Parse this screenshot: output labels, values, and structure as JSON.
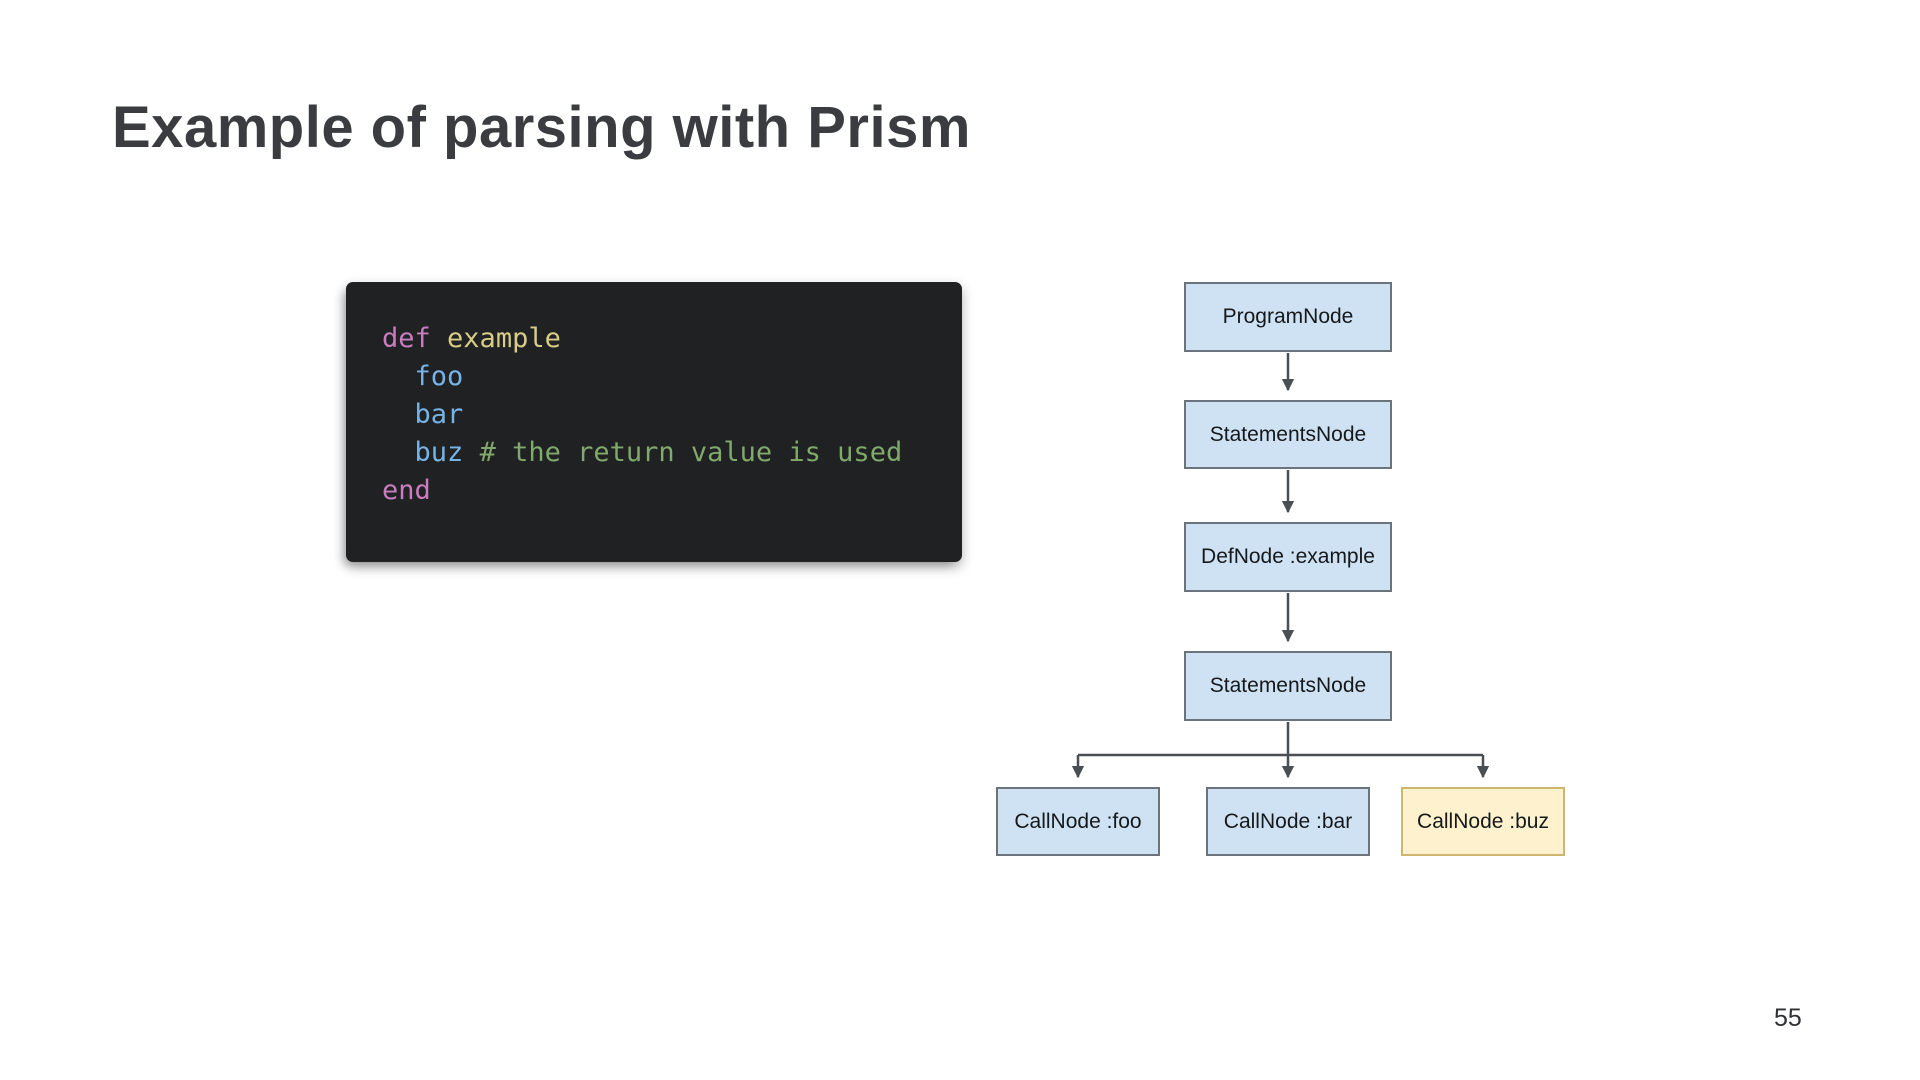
{
  "slide": {
    "title": "Example of parsing with Prism",
    "page_number": "55"
  },
  "code_block": {
    "language": "ruby",
    "lines": [
      {
        "tokens": [
          {
            "text": "def",
            "cls": "kw"
          },
          {
            "text": " ",
            "cls": "pl"
          },
          {
            "text": "example",
            "cls": "meth"
          }
        ]
      },
      {
        "tokens": [
          {
            "text": "  ",
            "cls": "pl"
          },
          {
            "text": "foo",
            "cls": "call"
          }
        ]
      },
      {
        "tokens": [
          {
            "text": "  ",
            "cls": "pl"
          },
          {
            "text": "bar",
            "cls": "call"
          }
        ]
      },
      {
        "tokens": [
          {
            "text": "  ",
            "cls": "pl"
          },
          {
            "text": "buz",
            "cls": "call"
          },
          {
            "text": " ",
            "cls": "pl"
          },
          {
            "text": "# the return value is used",
            "cls": "comment"
          }
        ]
      },
      {
        "tokens": [
          {
            "text": "end",
            "cls": "kw"
          }
        ]
      }
    ],
    "colors": {
      "code_bg": "#1f2123",
      "code_plain": "#d6d6d6",
      "keyword": "#c87dbe",
      "method": "#d8cc87",
      "call": "#77b3e6",
      "comment": "#80a96b"
    }
  },
  "diagram": {
    "nodes": [
      {
        "id": "program",
        "label": "ProgramNode",
        "variant": "blue"
      },
      {
        "id": "statements-outer",
        "label": "StatementsNode",
        "variant": "blue"
      },
      {
        "id": "def-example",
        "label": "DefNode :example",
        "variant": "blue"
      },
      {
        "id": "statements-inner",
        "label": "StatementsNode",
        "variant": "blue"
      },
      {
        "id": "call-foo",
        "label": "CallNode :foo",
        "variant": "blue"
      },
      {
        "id": "call-bar",
        "label": "CallNode :bar",
        "variant": "blue"
      },
      {
        "id": "call-buz",
        "label": "CallNode :buz",
        "variant": "yellow"
      }
    ],
    "colors": {
      "blue_fill": "#cfe2f3",
      "blue_border": "#6b747c",
      "yellow_fill": "#fdf2cd",
      "yellow_border": "#cdb66d",
      "arrow": "#4a4f54",
      "node_text": "#16191c"
    }
  }
}
